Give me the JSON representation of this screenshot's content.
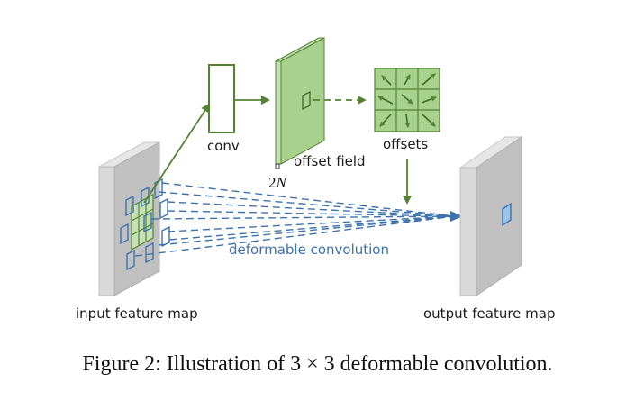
{
  "figure": {
    "caption": "Figure 2: Illustration of 3 × 3 deformable convolution.",
    "labels": {
      "input": "input feature map",
      "output": "output feature map",
      "conv": "conv",
      "offset_field": "offset field",
      "offset_dim_num": "2",
      "offset_dim_var": "N",
      "offsets": "offsets",
      "deformable": "deformable convolution"
    },
    "colors": {
      "green_stroke": "#548235",
      "green_fill": "#a9d18e",
      "green_light": "#c5e0b4",
      "blue": "#3d72ad",
      "blue_fill": "#9dc3e6",
      "gray_front": "#c0c0c0",
      "gray_side": "#d9d9d9",
      "gray_top": "#e6e6e6"
    },
    "offset_arrows": [
      "up-left",
      "up-right",
      "up-right",
      "left",
      "down-right",
      "right",
      "down-left",
      "down",
      "down-right"
    ],
    "sampling_grid": "3x3"
  }
}
